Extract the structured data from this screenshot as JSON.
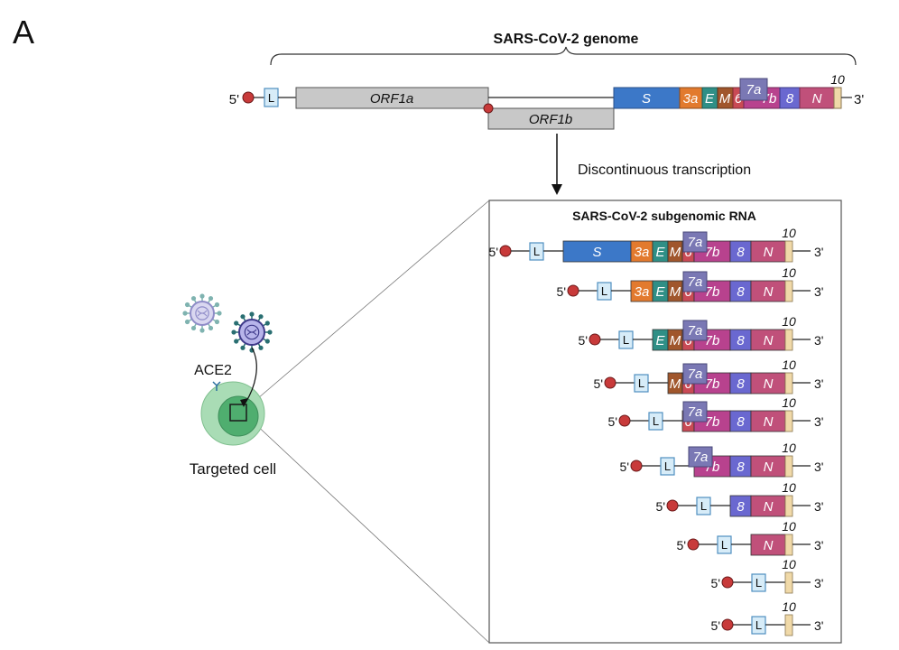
{
  "panel_label": "A",
  "genome": {
    "title": "SARS-CoV-2 genome",
    "five_prime": "5'",
    "three_prime": "3'",
    "leader": "L",
    "orf1a": "ORF1a",
    "orf1b": "ORF1b",
    "s": "S",
    "g3a": "3a",
    "e": "E",
    "m": "M",
    "g6": "6",
    "g7a": "7a",
    "g7b": "7b",
    "g8": "8",
    "n": "N",
    "g10": "10"
  },
  "transcription_label": "Discontinuous transcription",
  "subgenomic_title": "SARS-CoV-2 subgenomic RNA",
  "cell": {
    "receptor_label": "ACE2",
    "cell_label": "Targeted cell"
  },
  "colors": {
    "S": "#3c78c8",
    "3a": "#e27a2e",
    "E": "#2f8f86",
    "M": "#a0562c",
    "6": "#c94a55",
    "7a": "#7a78b4",
    "7b": "#b8428e",
    "8": "#6a68d0",
    "N": "#c0507a",
    "10": "#f0d9a8",
    "L": "#d7ecf8",
    "ORF": "#c8c8c8",
    "cap": "#c83a3a"
  }
}
